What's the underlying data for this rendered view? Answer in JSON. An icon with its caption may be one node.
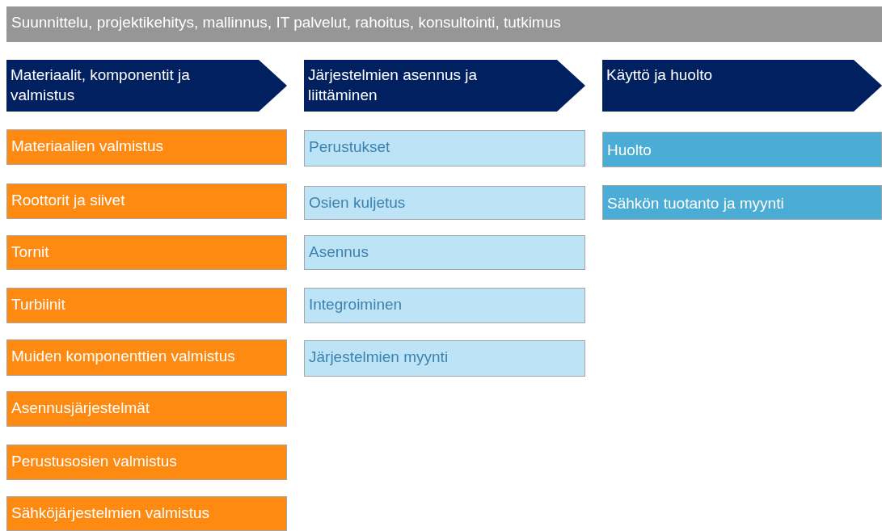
{
  "diagram": {
    "nodes": [
      {
        "text": [
          "Suunnittelu,  projektikehitys, mallinnus, IT palvelut, rahoitus, konsultointi, tutkimus"
        ]
      },
      {
        "text": [
          "Materiaalit, komponentit ja valmistus"
        ]
      },
      {
        "text": [
          "Järjestelmien asennus ja liittäminen"
        ]
      },
      {
        "text": [
          "Käyttö ja huolto"
        ]
      },
      {
        "text": [
          "Materiaalien valmistus"
        ]
      },
      {
        "text": [
          "Roottorit ja siivet"
        ]
      },
      {
        "text": [
          "Tornit"
        ]
      },
      {
        "text": [
          "Turbiinit"
        ]
      },
      {
        "text": [
          "Muiden komponenttien valmistus"
        ]
      },
      {
        "text": [
          "Asennusjärjestelmät"
        ]
      },
      {
        "text": [
          "Perustusosien valmistus"
        ]
      },
      {
        "text": [
          "Sähköjärjestelmien valmistus"
        ]
      },
      {
        "text": [
          "Perustukset"
        ]
      },
      {
        "text": [
          "Osien kuljetus"
        ]
      },
      {
        "text": [
          "Asennus"
        ]
      },
      {
        "text": [
          "Integroiminen"
        ]
      },
      {
        "text": [
          "Järjestelmien myynti"
        ]
      },
      {
        "text": [
          "Huolto"
        ]
      },
      {
        "text": [
          "Sähkön tuotanto ja myynti"
        ]
      }
    ]
  }
}
